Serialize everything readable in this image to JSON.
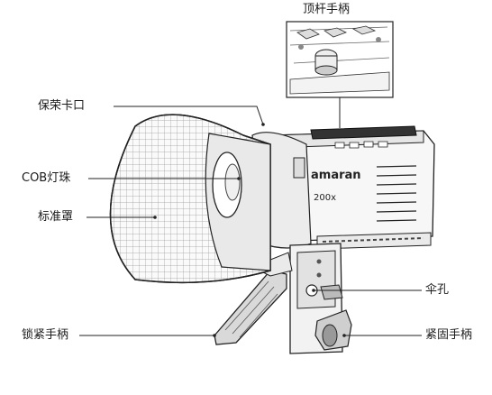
{
  "labels": {
    "top_handle": "顶杆手柄",
    "protective_clip": "保荣卡口",
    "cob_bead": "COB灯珠",
    "standard_reflector": "标准罩",
    "lock_handle": "锁紧手柄",
    "umbrella_hole": "伞孔",
    "fastening_handle": "紧固手柄"
  },
  "product": {
    "brand": "amaran",
    "model": "200x"
  }
}
